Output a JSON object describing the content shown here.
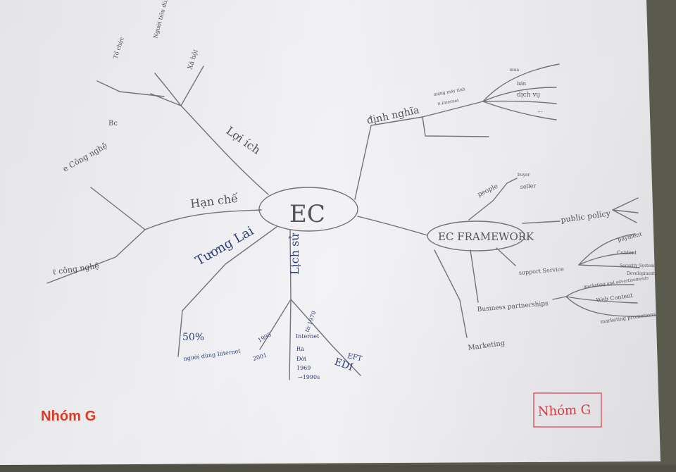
{
  "mindmap": {
    "center": "EC",
    "branches": {
      "top_left": "Lợi ích",
      "left": "Hạn chế",
      "future": "Tương Lai",
      "history_title": "Lịch sử",
      "definition": "định nghĩa",
      "framework": "EC FRAMEWORK"
    },
    "left_tree": {
      "e_congnghe": "e Công nghệ",
      "e_congnghe2": "ℓ công nghệ",
      "label_bc": "Bc",
      "label_top1": "Tổ chức",
      "label_top2": "Người tiêu dùng",
      "label_top3": "Xã hội"
    },
    "history": {
      "stat": "50%",
      "stat_caption": "người dùng Internet",
      "year1995": "1995",
      "year2001": "2001",
      "internet": "Internet",
      "ra": "Ra",
      "doi": "Đời",
      "year1969": "1969",
      "arrow1990s": "→1990s",
      "tu_1970": "từ 1970",
      "eft": "EFT",
      "edi": "EDI"
    },
    "definition_branch": {
      "label_1": "mạng máy tính",
      "label_2": "n.internet",
      "fan_1": "mua",
      "fan_2": "bán",
      "fan_3": "dịch vụ",
      "fan_4": "..."
    },
    "framework_branch": {
      "people": "people",
      "buyer": "buyer",
      "seller": "seller",
      "public_policy": "public policy",
      "support_service": "support Service",
      "payment": "payment",
      "content": "Content",
      "security": "Security System",
      "development": "Development",
      "business_partnerships": "Business partnerships",
      "marketing_adv": "marketing and advertisements",
      "web_content": "Web Content",
      "marketing_promotions": "marketing promotions",
      "marketing": "Marketing"
    },
    "stamp": "Nhóm G"
  },
  "caption": "Nhóm G"
}
